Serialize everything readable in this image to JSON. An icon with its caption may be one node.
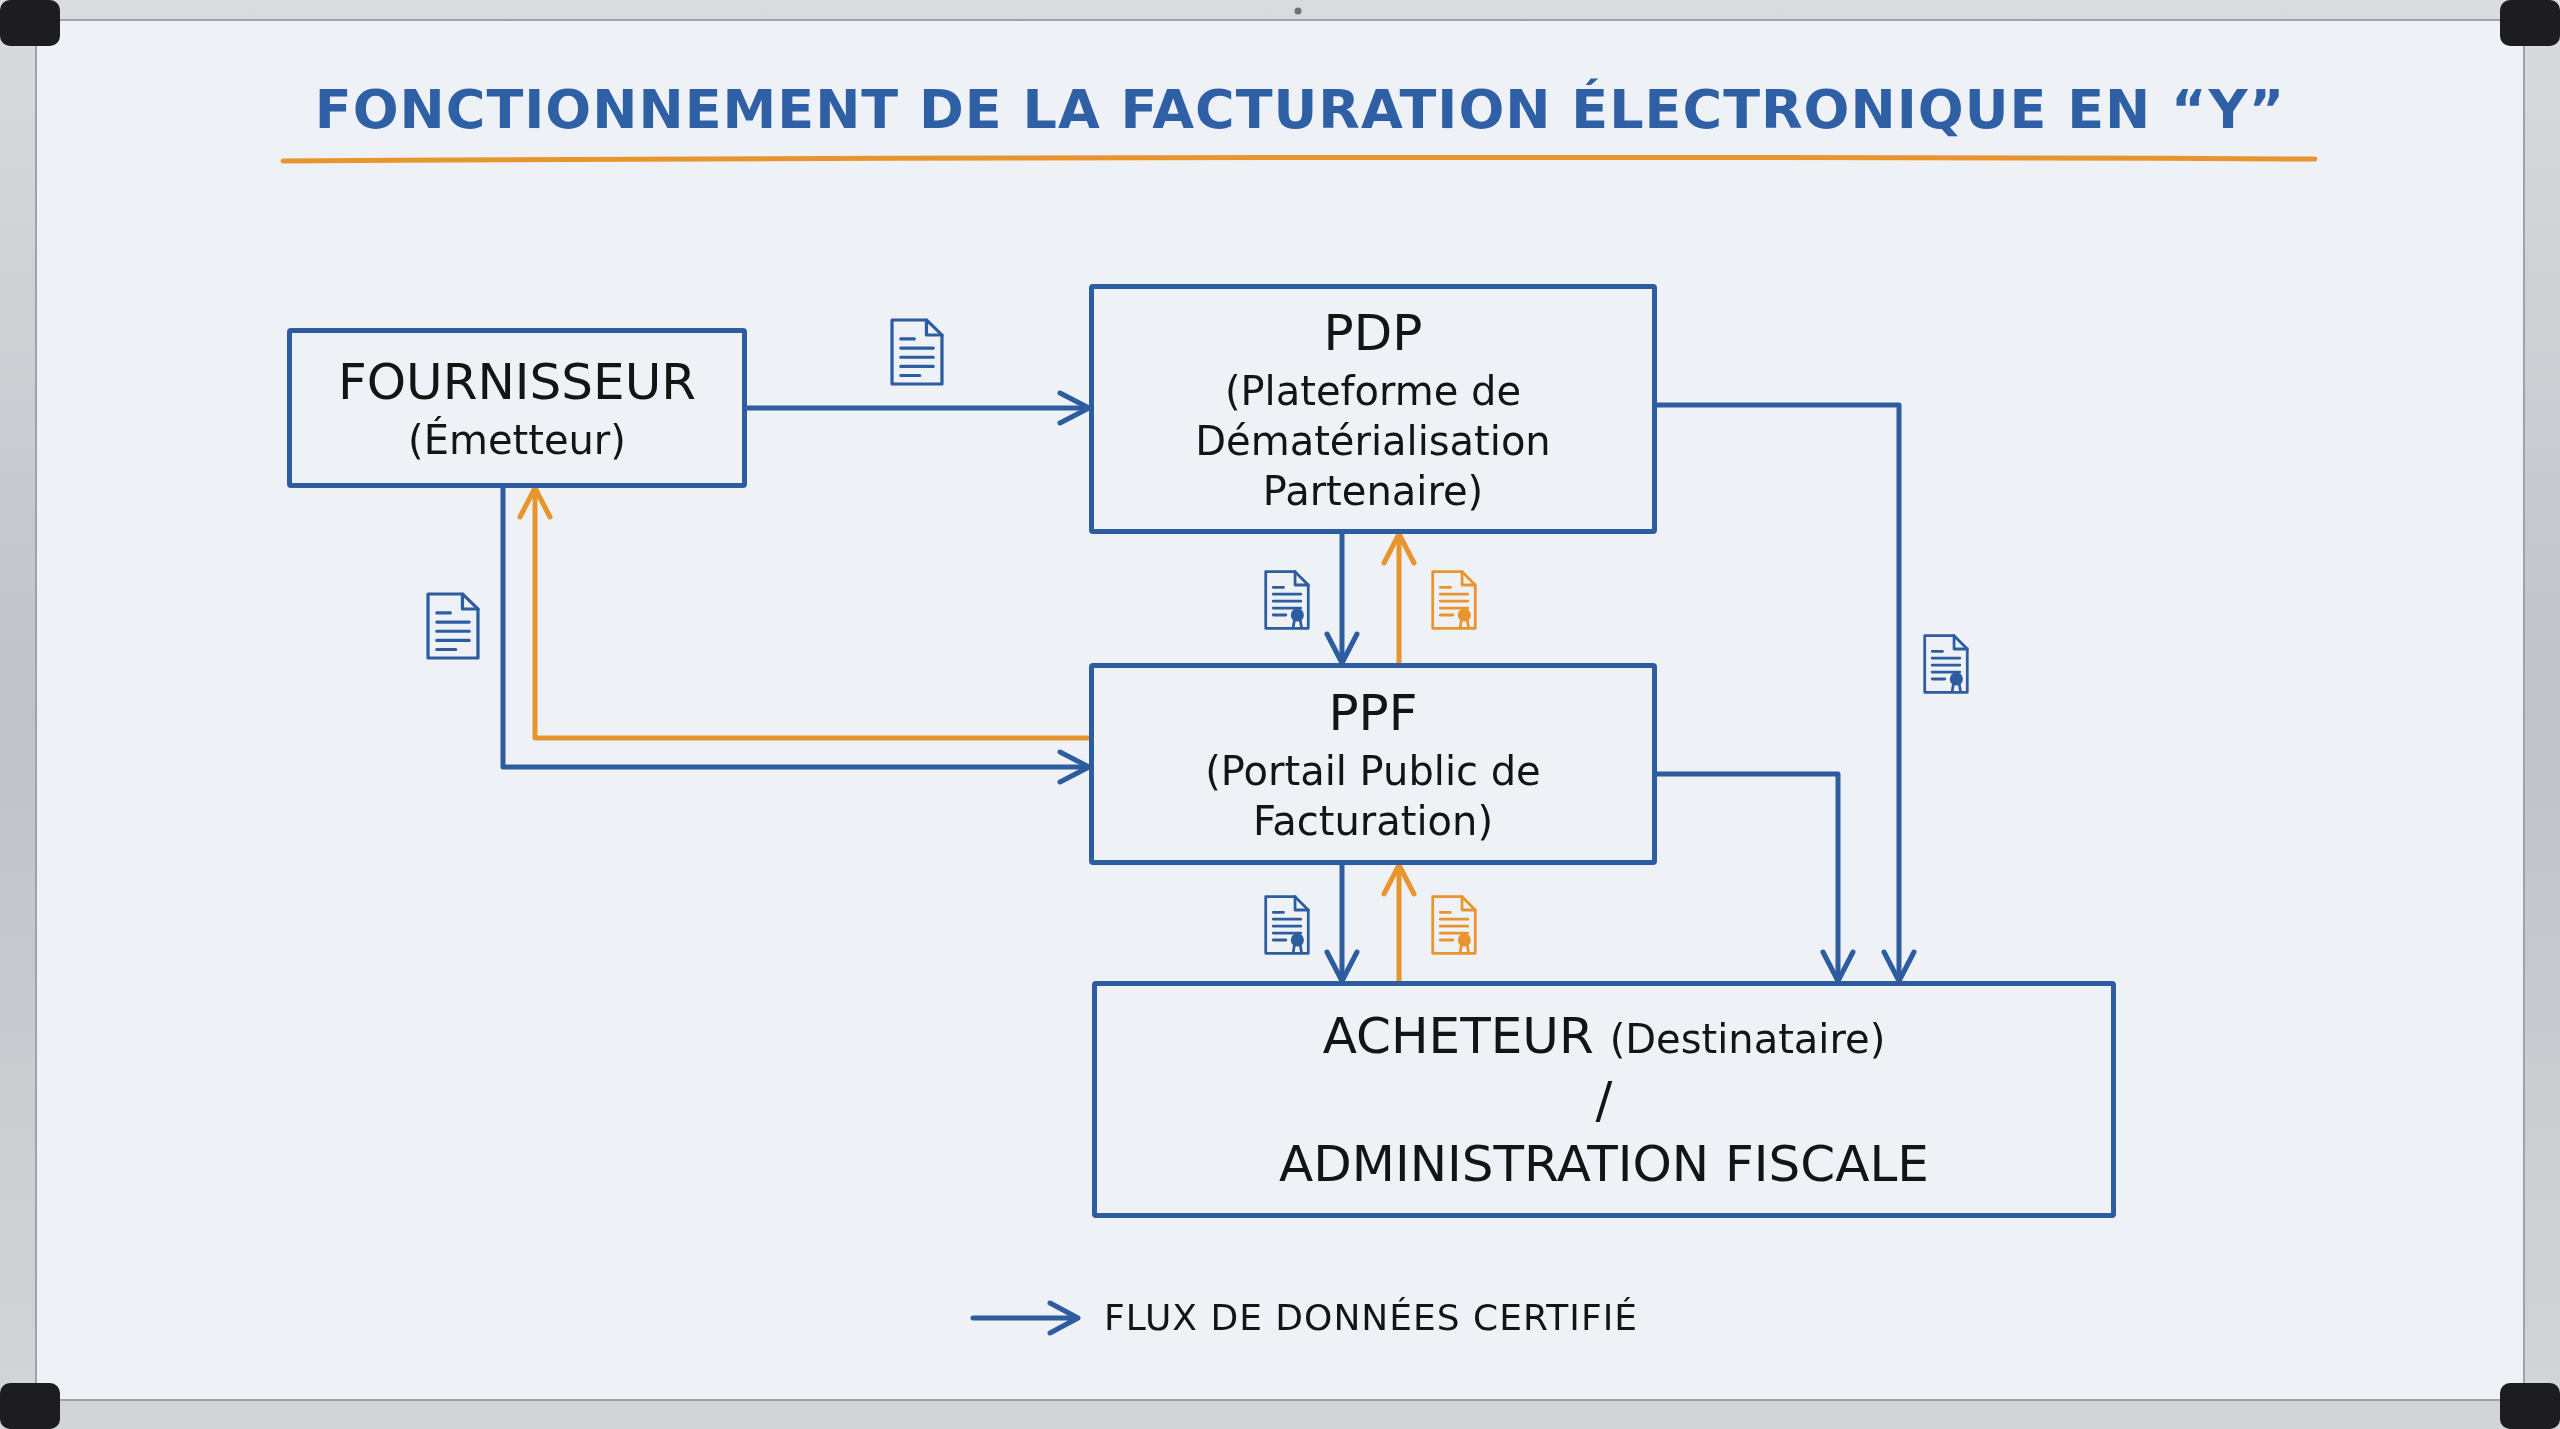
{
  "diagram": {
    "title": "FONCTIONNEMENT DE LA FACTURATION ÉLECTRONIQUE EN “Y”",
    "nodes": [
      {
        "text": [
          "FOURNISSEUR",
          "(Émetteur)"
        ]
      },
      {
        "text": [
          "PDP",
          "(Plateforme de Dématérialisation Partenaire)"
        ]
      },
      {
        "text": [
          "PPF",
          "(Portail Public de Facturation)"
        ]
      },
      {
        "text": [
          "ACHETEUR",
          "(Destinataire)",
          "/",
          "ADMINISTRATION FISCALE"
        ]
      }
    ],
    "edges": [
      {
        "from": 0,
        "to": 1,
        "arrow": "to"
      },
      {
        "from": 0,
        "to": 2,
        "arrow": "to"
      },
      {
        "from": 2,
        "to": 0,
        "arrow": "to",
        "color": "#e8952e"
      },
      {
        "from": 1,
        "to": 2,
        "arrow": "to"
      },
      {
        "from": 2,
        "to": 1,
        "arrow": "to",
        "color": "#e8952e"
      },
      {
        "from": 2,
        "to": 3,
        "arrow": "to"
      },
      {
        "from": 3,
        "to": 2,
        "arrow": "to",
        "color": "#e8952e"
      },
      {
        "from": 1,
        "to": 3,
        "arrow": "to"
      },
      {
        "from": 2,
        "to": 3,
        "arrow": "to"
      }
    ],
    "legend": [
      {
        "text": "FLUX DE DONNÉES CERTIFIÉ"
      }
    ]
  }
}
